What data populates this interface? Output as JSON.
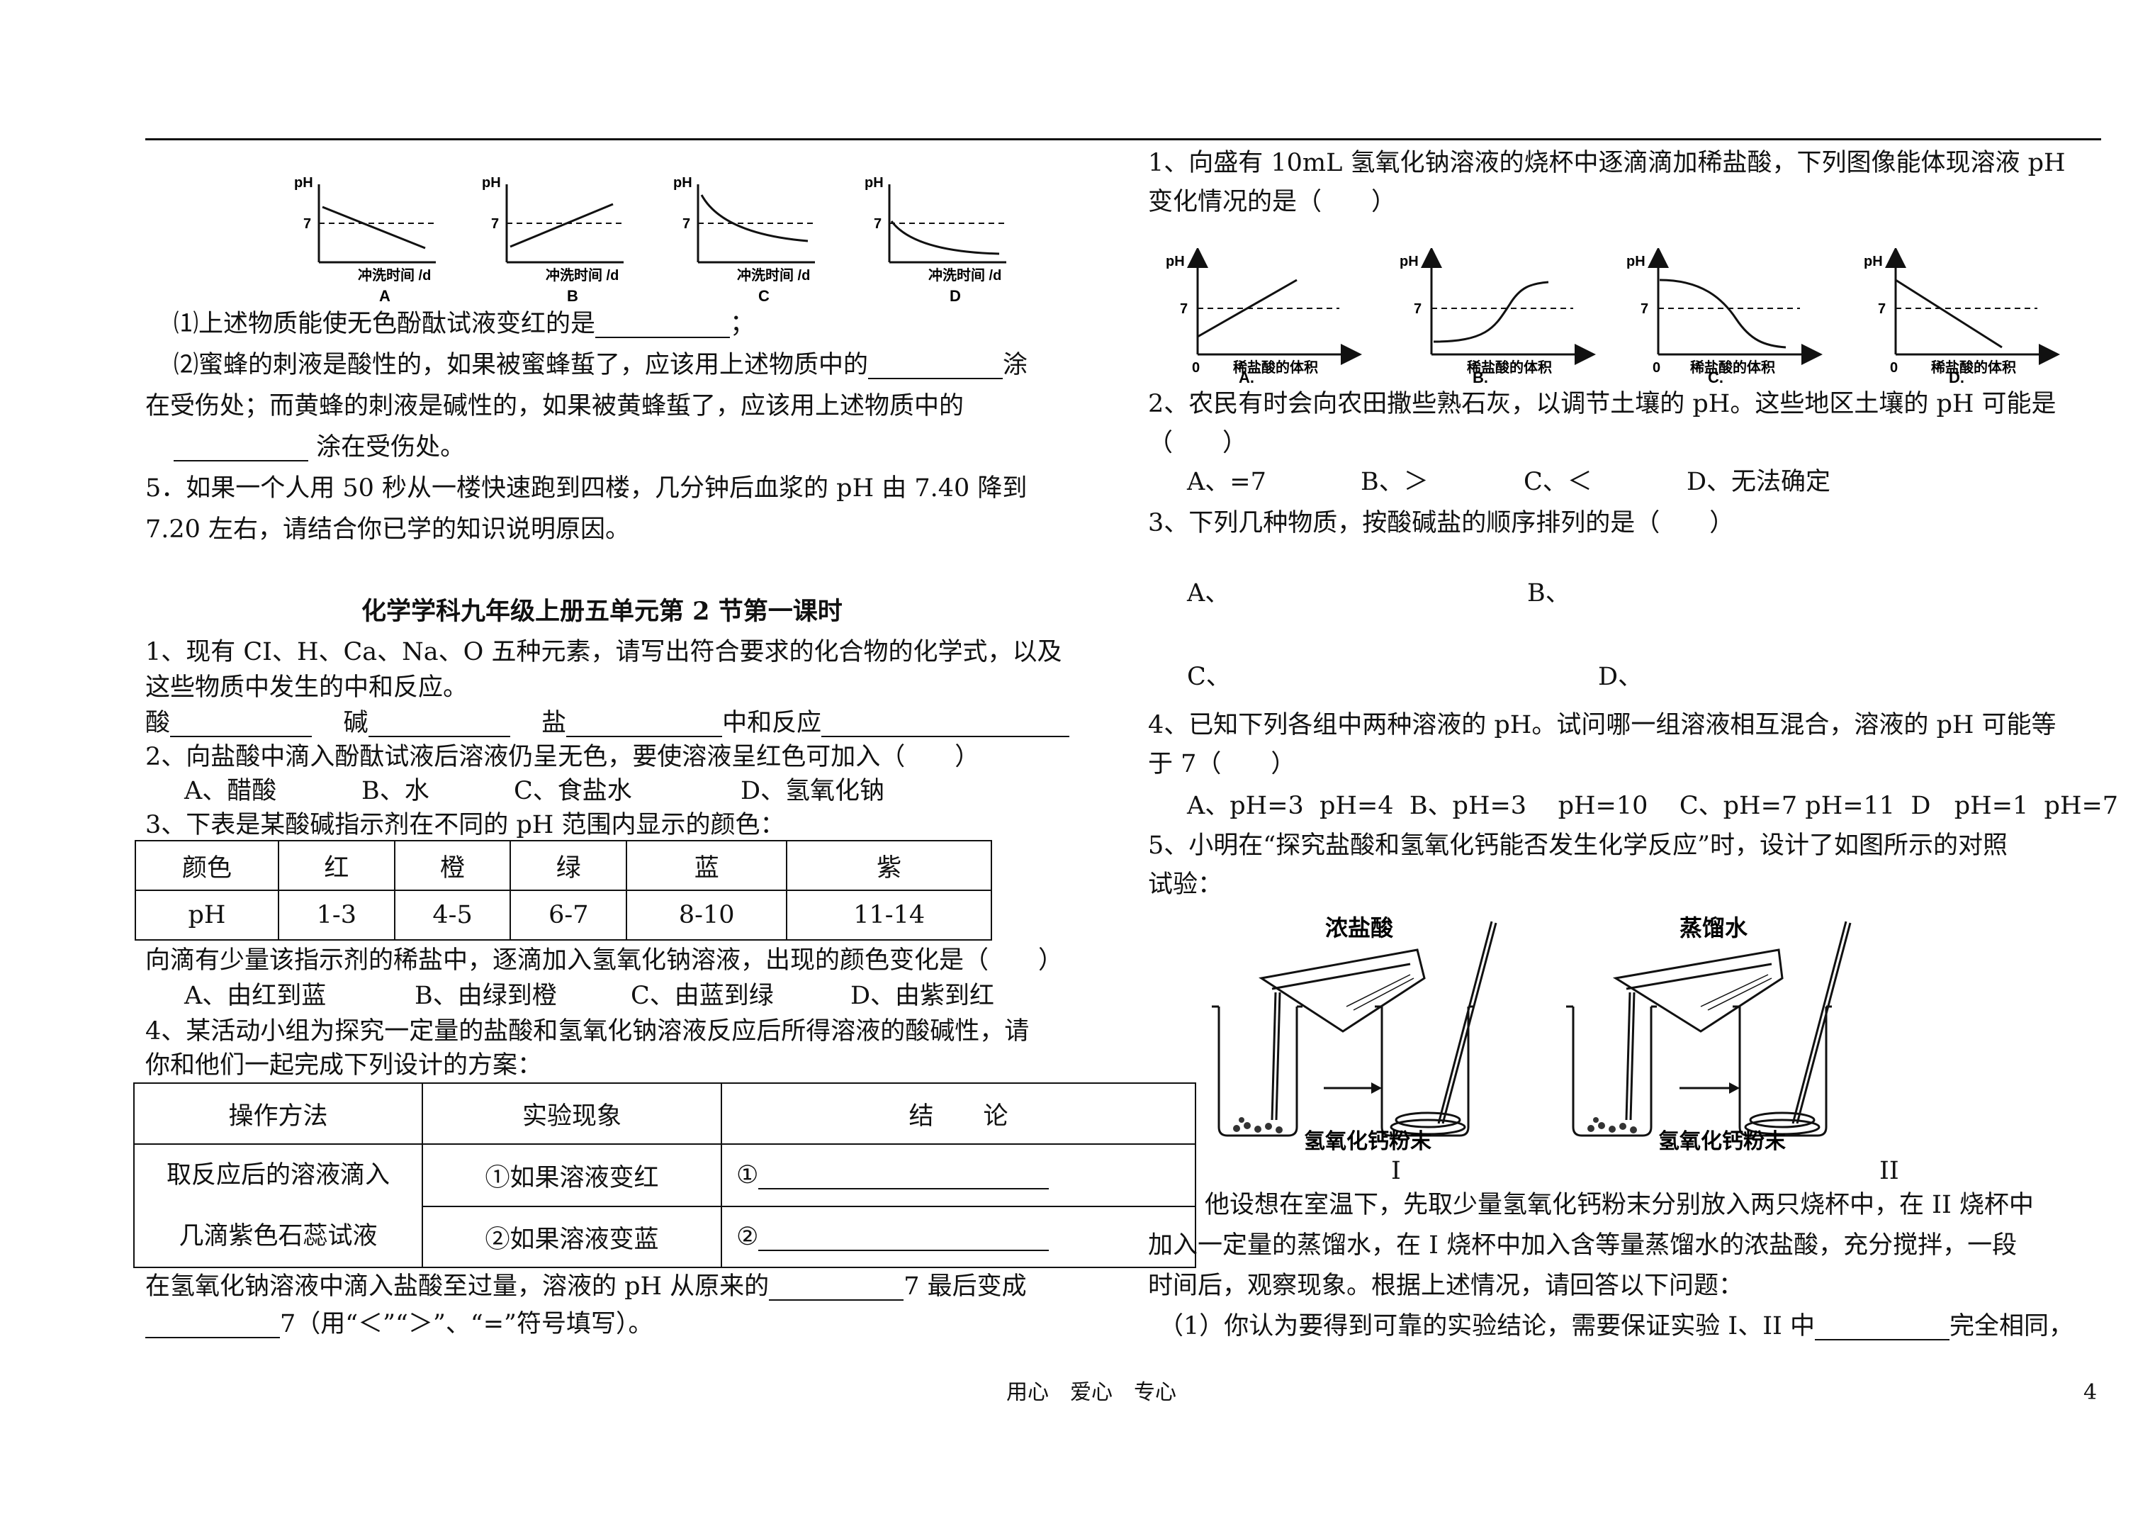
{
  "left": {
    "mini_graphs": {
      "y_label": "pH",
      "seven": "7",
      "x_label": "冲洗时间 /d",
      "letters": [
        "A",
        "B",
        "C",
        "D"
      ]
    },
    "q4_1": "⑴上述物质能使无色酚酞试液变红的是",
    "q4_1_end": "；",
    "q4_2a": "⑵蜜蜂的刺液是酸性的，如果被蜜蜂蜇了，应该用上述物质中的",
    "q4_2a_end": "涂",
    "q4_2b": "在受伤处；而黄蜂的刺液是碱性的，如果被黄蜂蜇了，应该用上述物质中的",
    "q4_2c_end": "涂在受伤处。",
    "q5_line1": "5．如果一个人用 50 秒从一楼快速跑到四楼，几分钟后血浆的 pH 由 7.40 降到",
    "q5_line2": "7.20 左右，请结合你已学的知识说明原因。",
    "section_title": "化学学科九年级上册五单元第 2 节第一课时",
    "s1_line1": "1、现有 CI、H、Ca、Na、O 五种元素，请写出符合要求的化合物的化学式，以及",
    "s1_line2": "这些物质中发生的中和反应。",
    "s1_acid": "酸",
    "s1_base": "碱",
    "s1_salt": "盐",
    "s1_neutral": "中和反应",
    "s2_stem": "2、向盐酸中滴入酚酞试液后溶液仍呈无色，要使溶液呈红色可加入（　　）",
    "s2_opts": [
      "A、醋酸",
      "B、水",
      "C、食盐水",
      "D、氢氧化钠"
    ],
    "s3_stem": "3、下表是某酸碱指示剂在不同的 pH 范围内显示的颜色：",
    "color_table": {
      "header": [
        "颜色",
        "红",
        "橙",
        "绿",
        "蓝",
        "紫"
      ],
      "row": [
        "pH",
        "1-3",
        "4-5",
        "6-7",
        "8-10",
        "11-14"
      ]
    },
    "s3_after": "向滴有少量该指示剂的稀盐中，逐滴加入氢氧化钠溶液，出现的颜色变化是（　　）",
    "s3_opts": [
      "A、由红到蓝",
      "B、由绿到橙",
      "C、由蓝到绿",
      "D、由紫到红"
    ],
    "s4_line1": "4、某活动小组为探究一定量的盐酸和氢氧化钠溶液反应后所得溶液的酸碱性，请",
    "s4_line2": "你和他们一起完成下列设计的方案：",
    "exp_table": {
      "h1": "操作方法",
      "h2": "实验现象",
      "h3": "结　　论",
      "op1": "取反应后的溶液滴入",
      "op2": "几滴紫色石蕊试液",
      "ph1": "①如果溶液变红",
      "ph2": "②如果溶液变蓝",
      "c1": "①",
      "c2": "②"
    },
    "last_line1a": "在氢氧化钠溶液中滴入盐酸至过量，溶液的 pH 从原来的",
    "last_line1b": "7 最后变成",
    "last_line2": "7（用“＜”“＞”、“=”符号填写）。"
  },
  "right": {
    "q1_line1": "1、向盛有 10mL 氢氧化钠溶液的烧杯中逐滴滴加稀盐酸，下列图像能体现溶液 pH",
    "q1_line2": "变化情况的是（　　）",
    "graphs": {
      "y_label": "pH",
      "seven": "7",
      "zero": "0",
      "x_label": "稀盐酸的体积",
      "letters": [
        "A.",
        "B.",
        "C.",
        "D."
      ]
    },
    "q2_line1": "2、农民有时会向农田撒些熟石灰，以调节土壤的 pH。这些地区土壤的 pH 可能是",
    "q2_line2": "（　　）",
    "q2_opts": [
      "A、=7",
      "B、＞",
      "C、＜",
      "D、无法确定"
    ],
    "q3_stem": "3、下列几种物质，按酸碱盐的顺序排列的是（　　）",
    "q3_opts": [
      "A、",
      "B、",
      "C、",
      "D、"
    ],
    "q4_line1": "4、已知下列各组中两种溶液的 pH。试问哪一组溶液相互混合，溶液的 pH 可能等",
    "q4_line2": "于 7（　　）",
    "q4_opts": "A、pH=3  pH=4  B、pH=3    pH=10    C、pH=7 pH=11  D   pH=1  pH=7",
    "q5_line1": "5、小明在“探究盐酸和氢氧化钙能否发生化学反应”时，设计了如图所示的对照",
    "q5_line2": "试验：",
    "beaker": {
      "left_label": "浓盐酸",
      "right_label": "蒸馏水",
      "powder": "氢氧化钙粉末",
      "roman1": "I",
      "roman2": "II"
    },
    "p1": "他设想在室温下，先取少量氢氧化钙粉末分别放入两只烧杯中，在 II 烧杯中",
    "p2": "加入一定量的蒸馏水，在 I 烧杯中加入含等量蒸馏水的浓盐酸，充分搅拌，一段",
    "p3": "时间后，观察现象。根据上述情况，请回答以下问题：",
    "p4a": "（1）你认为要得到可靠的实验结论，需要保证实验 I、II 中",
    "p4b": "完全相同，"
  },
  "footer": {
    "motto": "用心　爱心　专心",
    "page": "4"
  }
}
